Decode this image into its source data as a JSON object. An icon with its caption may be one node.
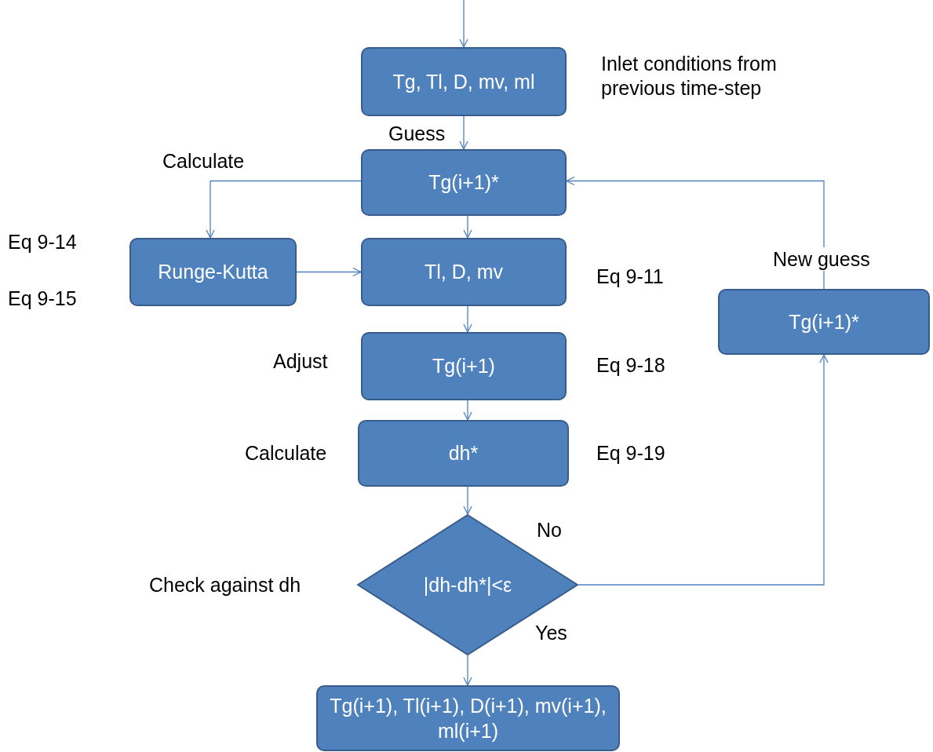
{
  "diagram": {
    "nodes": [
      {
        "text": [
          "Tg, Tl, D, mv, ml"
        ],
        "beside": [
          "Inlet conditions from previous time-step"
        ]
      },
      {
        "text": [
          "Tg(i+1)*"
        ]
      },
      {
        "text": [
          "Runge-Kutta"
        ]
      },
      {
        "text": [
          "Tl, D, mv"
        ]
      },
      {
        "text": [
          "Tg(i+1)"
        ]
      },
      {
        "text": [
          "dh*"
        ]
      },
      {
        "text": [
          "|dh-dh*|<ε"
        ]
      },
      {
        "text": [
          "Tg(i+1), Tl(i+1), D(i+1), mv(i+1), ml(i+1)"
        ]
      },
      {
        "text": [
          "Tg(i+1)*"
        ]
      }
    ],
    "edges": [
      {
        "from": null,
        "to": 0,
        "arrow": "to"
      },
      {
        "from": 0,
        "to": 1,
        "arrow": "to"
      },
      {
        "from": 1,
        "to": 2,
        "arrow": "to"
      },
      {
        "from": 2,
        "to": 3,
        "arrow": "to"
      },
      {
        "from": 1,
        "to": 3,
        "arrow": "to"
      },
      {
        "from": 3,
        "to": 4,
        "arrow": "to"
      },
      {
        "from": 4,
        "to": 5,
        "arrow": "to"
      },
      {
        "from": 5,
        "to": 6,
        "arrow": "to"
      },
      {
        "from": 6,
        "to": 7,
        "arrow": "to"
      },
      {
        "from": 6,
        "to": 8,
        "arrow": "to"
      },
      {
        "from": 8,
        "to": 1,
        "arrow": "to"
      }
    ],
    "labels": [
      "Guess",
      "Calculate",
      "Eq 9-14",
      "New guess",
      "Eq 9-11",
      "Eq 9-15",
      "Adjust",
      "Eq 9-18",
      "Calculate",
      "Eq 9-19",
      "No",
      "Check against dh",
      "Yes"
    ]
  }
}
